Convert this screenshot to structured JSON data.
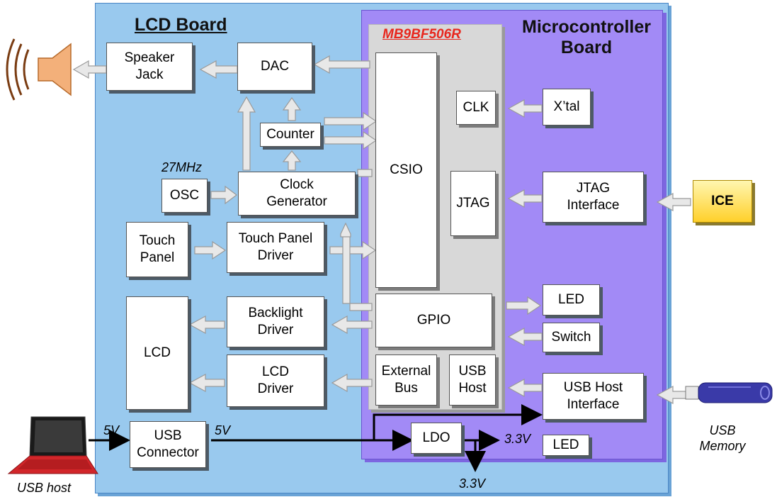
{
  "titles": {
    "lcd_board": "LCD Board",
    "mcu_board": "Microcontroller\nBoard",
    "mcu_chip": "MB9BF506R"
  },
  "blocks": {
    "speaker_jack": "Speaker\nJack",
    "dac": "DAC",
    "counter": "Counter",
    "osc": "OSC",
    "clock_generator": "Clock\nGenerator",
    "touch_panel": "Touch\nPanel",
    "touch_panel_driver": "Touch Panel\nDriver",
    "lcd": "LCD",
    "backlight_driver": "Backlight\nDriver",
    "lcd_driver": "LCD\nDriver",
    "usb_connector": "USB\nConnector",
    "csio": "CSIO",
    "clk": "CLK",
    "jtag": "JTAG",
    "gpio": "GPIO",
    "external_bus": "External\nBus",
    "usb_host": "USB\nHost",
    "xtal": "X’tal",
    "jtag_interface": "JTAG\nInterface",
    "led1": "LED",
    "switch": "Switch",
    "usb_host_interface": "USB Host\nInterface",
    "ldo": "LDO",
    "led2": "LED",
    "ice": "ICE"
  },
  "labels": {
    "freq": "27MHz",
    "v5_left": "5V",
    "v5_right": "5V",
    "v33_right": "3.3V",
    "v33_bottom": "3.3V",
    "usb_host_pc": "USB host",
    "usb_memory": "USB\nMemory"
  },
  "colors": {
    "lcd_board_bg": "#99c9ee",
    "mcu_board_bg": "#a28af6",
    "chip_bg": "#d8d8d8",
    "chip_label": "#e8271e",
    "arrow_fill": "#e6e6e6"
  }
}
